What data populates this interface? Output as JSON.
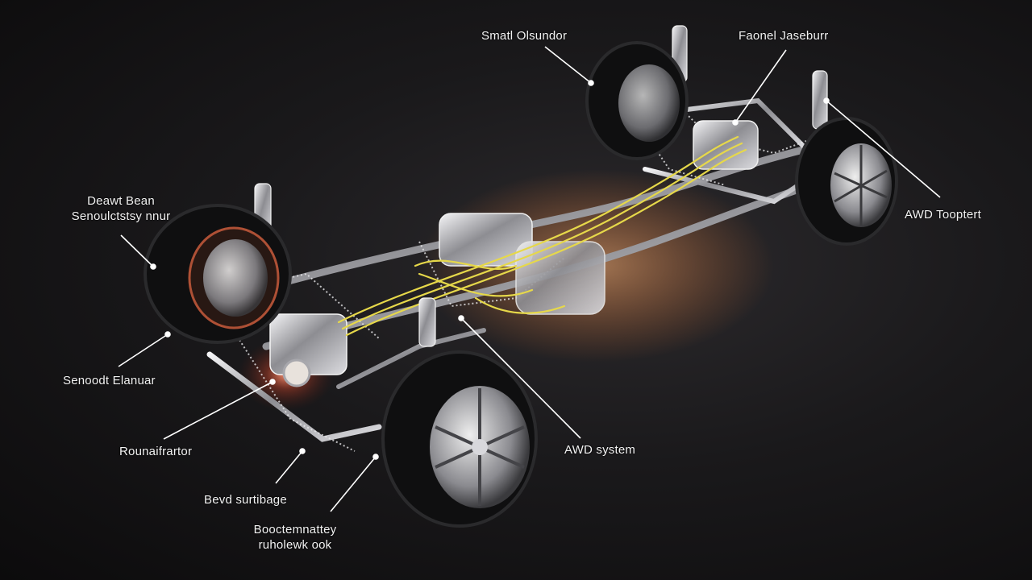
{
  "colors": {
    "background": "#141314",
    "chrome": "#c9c9cc",
    "wiring": "#e6d84a",
    "tire": "#0f0f10",
    "rim": "#b8b8bc",
    "leader": "#ffffff"
  },
  "labels": {
    "top_center": "Smatl Olsundor",
    "top_right": "Faonel Jaseburr",
    "left_upper": [
      "Deawt Bean",
      "Senoulctstsy nnur"
    ],
    "right_middle": "AWD Tooptert",
    "left_middle": "Senoodt Elanuar",
    "left_lower": "Rounaifrartor",
    "center_lower": "AWD system",
    "bottom_left": "Bevd surtibage",
    "bottom_center": [
      "Booctemnattey",
      "ruholewk ook"
    ]
  }
}
